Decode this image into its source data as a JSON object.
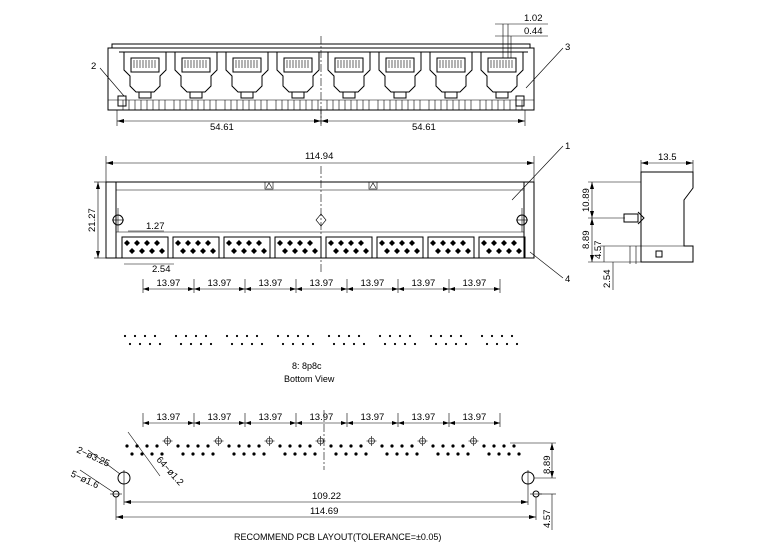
{
  "top_view": {
    "dims": {
      "left": "54.61",
      "right": "54.61",
      "d1": "1.02",
      "d2": "0.44"
    },
    "callouts": {
      "c2": "2",
      "c3": "3"
    }
  },
  "front_view": {
    "dims": {
      "width": "114.94",
      "height": "21.27",
      "pitch_small": "1.27",
      "pitch_row": "2.54",
      "spacing": [
        "13.97",
        "13.97",
        "13.97",
        "13.97",
        "13.97",
        "13.97",
        "13.97"
      ]
    },
    "callouts": {
      "c1": "1",
      "c4": "4"
    }
  },
  "side_view": {
    "dims": {
      "depth": "13.5",
      "h1": "10.89",
      "h2": "8.89",
      "h3": "4.57",
      "h4": "2.54"
    }
  },
  "bottom_view": {
    "caption_line1": "8: 8p8c",
    "caption_line2": "Bottom  View"
  },
  "pcb_layout": {
    "dims": {
      "spacing": [
        "13.97",
        "13.97",
        "13.97",
        "13.97",
        "13.97",
        "13.97",
        "13.97"
      ],
      "mount_holes": "2−ø3.25",
      "small_holes": "5−ø1.6",
      "pin_holes": "64−ø1.2",
      "inner_width": "109.22",
      "outer_width": "114.69",
      "right_h1": "8.89",
      "right_h2": "4.57"
    },
    "caption": "RECOMMEND  PCB  LAYOUT(TOLERANCE=±0.05)"
  }
}
